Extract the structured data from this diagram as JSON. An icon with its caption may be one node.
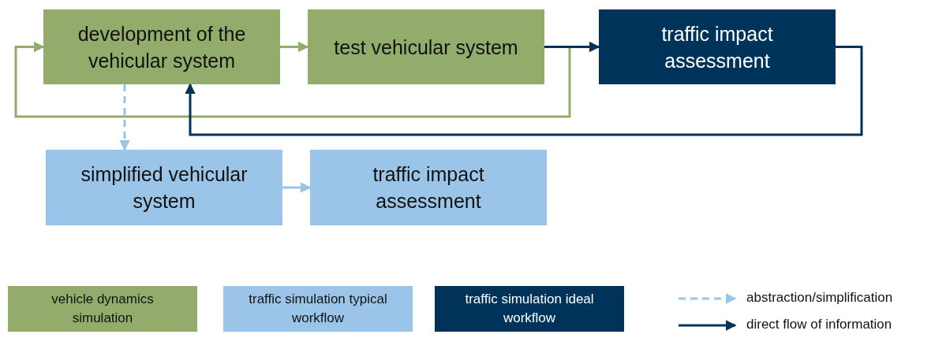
{
  "diagram": {
    "nodes": [
      {
        "text": [
          "development of the vehicular system"
        ]
      },
      {
        "text": [
          "test vehicular system"
        ]
      },
      {
        "text": [
          "traffic impact assessment"
        ]
      },
      {
        "text": [
          "simplified vehicular system"
        ]
      },
      {
        "text": [
          "traffic impact assessment"
        ]
      }
    ],
    "edges": [
      {
        "from": 0,
        "to": 1,
        "arrow": "to",
        "color": "#93ac6b"
      },
      {
        "from": 1,
        "to": 0,
        "arrow": "to",
        "color": "#93ac6b"
      },
      {
        "from": 1,
        "to": 2,
        "arrow": "to",
        "color": "#003359"
      },
      {
        "from": 2,
        "to": 0,
        "arrow": "to",
        "color": "#003359"
      },
      {
        "from": 0,
        "to": 3,
        "arrow": "to",
        "style": "dashed",
        "color": "#9ac5e8"
      },
      {
        "from": 3,
        "to": 4,
        "arrow": "to",
        "color": "#9ac5e8"
      }
    ],
    "legend": [
      {
        "text": "vehicle dynamics simulation",
        "color": "#93ac6b"
      },
      {
        "text": "traffic simulation typical workflow",
        "color": "#9ac5e8"
      },
      {
        "text": "traffic simulation ideal workflow",
        "color": "#003359"
      },
      {
        "text": "abstraction/simplification"
      },
      {
        "text": "direct flow of information"
      }
    ]
  }
}
